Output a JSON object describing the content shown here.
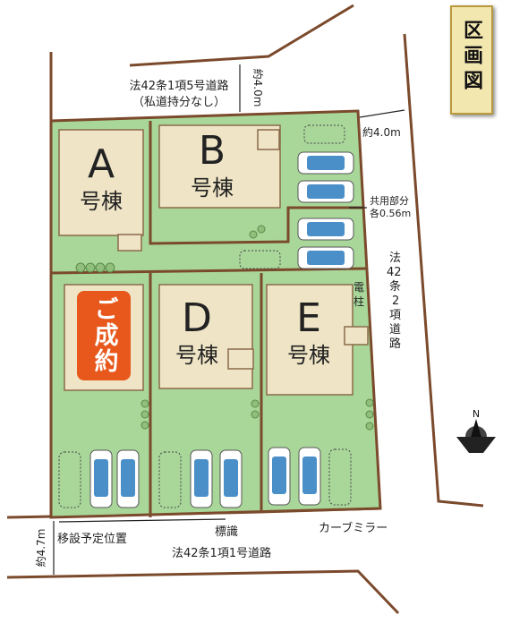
{
  "title": "区画図",
  "lots": [
    {
      "letter": "A",
      "suffix": "号棟"
    },
    {
      "letter": "B",
      "suffix": "号棟"
    },
    {
      "letter": "D",
      "suffix": "号棟"
    },
    {
      "letter": "E",
      "suffix": "号棟"
    }
  ],
  "sold_badge": "ご成約",
  "labels": {
    "north_road": "法42条1項5号道路",
    "north_road_note": "（私道持分なし）",
    "north_width": "約4.0m",
    "east_width": "約4.0m",
    "shared_part": "共用部分",
    "shared_width": "各0.56m",
    "east_road": [
      "法",
      "42",
      "条",
      "2",
      "項",
      "道",
      "路"
    ],
    "pole": [
      "電",
      "柱"
    ],
    "curve_mirror": "カーブミラー",
    "sign": "標識",
    "relocation": "移設予定位置",
    "south_road": "法42条1項1号道路",
    "south_width": "約4.7m"
  },
  "compass": "N"
}
